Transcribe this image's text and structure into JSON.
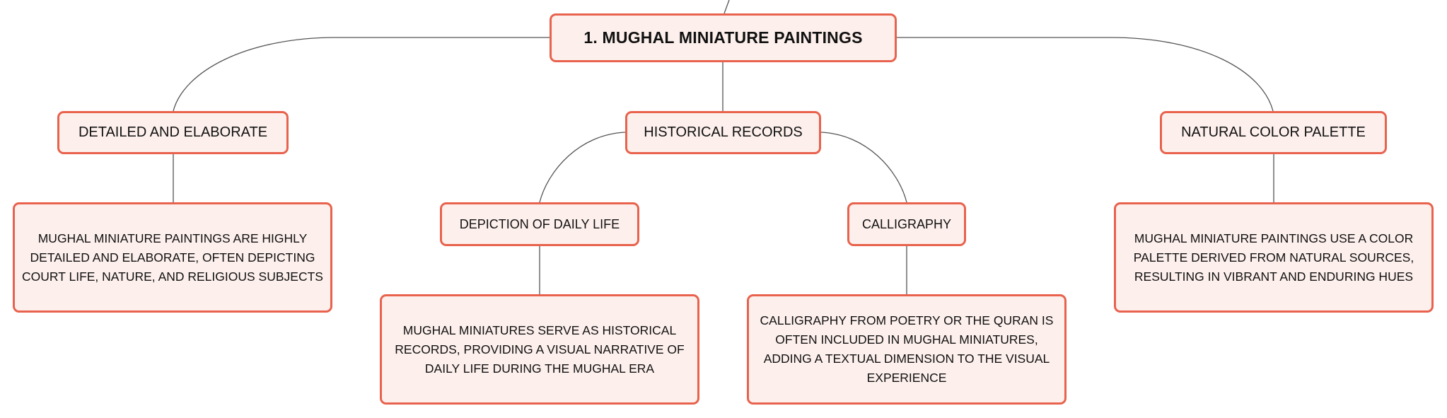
{
  "diagram": {
    "type": "mind-map",
    "colors": {
      "node_fill": "#fdf0ec",
      "node_border": "#e8624d",
      "connector": "#555555",
      "text": "#111111"
    },
    "root": {
      "label": "1. MUGHAL MINIATURE PAINTINGS"
    },
    "branches": {
      "detailed": {
        "label": "DETAILED AND ELABORATE",
        "description": "MUGHAL MINIATURE PAINTINGS ARE HIGHLY DETAILED AND ELABORATE, OFTEN DEPICTING COURT LIFE, NATURE, AND RELIGIOUS SUBJECTS"
      },
      "historical": {
        "label": "HISTORICAL RECORDS",
        "daily_life": {
          "label": "DEPICTION OF DAILY LIFE",
          "description": "MUGHAL MINIATURES SERVE AS HISTORICAL RECORDS, PROVIDING A VISUAL NARRATIVE OF DAILY LIFE DURING THE MUGHAL ERA"
        },
        "calligraphy": {
          "label": "CALLIGRAPHY",
          "description": "CALLIGRAPHY FROM POETRY OR THE QURAN IS OFTEN INCLUDED IN MUGHAL MINIATURES, ADDING A TEXTUAL DIMENSION TO THE VISUAL EXPERIENCE"
        }
      },
      "natural": {
        "label": "NATURAL COLOR PALETTE",
        "description": "MUGHAL MINIATURE PAINTINGS USE A COLOR PALETTE DERIVED FROM NATURAL SOURCES, RESULTING IN VIBRANT AND ENDURING HUES"
      }
    }
  }
}
